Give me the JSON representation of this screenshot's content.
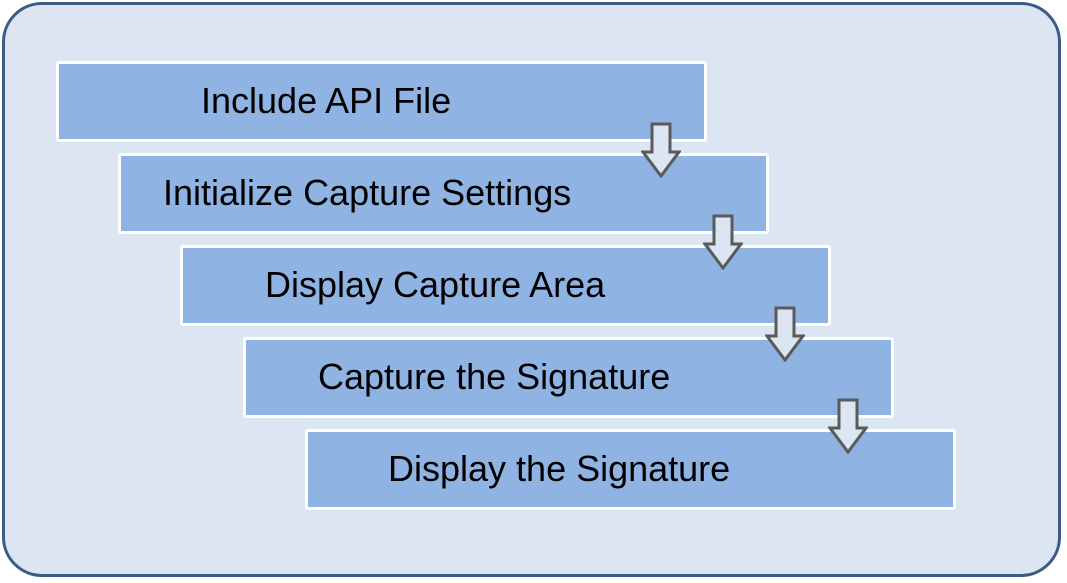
{
  "diagram": {
    "steps": [
      {
        "label": "Include API File"
      },
      {
        "label": "Initialize Capture Settings"
      },
      {
        "label": "Display Capture Area"
      },
      {
        "label": "Capture the Signature"
      },
      {
        "label": "Display the Signature"
      }
    ],
    "colors": {
      "frame_fill": "#dce6f2",
      "frame_border": "#3b5a88",
      "step_fill": "#8fb4e3",
      "arrow_fill": "#dce6f2",
      "arrow_stroke": "#5a5a5a"
    }
  }
}
